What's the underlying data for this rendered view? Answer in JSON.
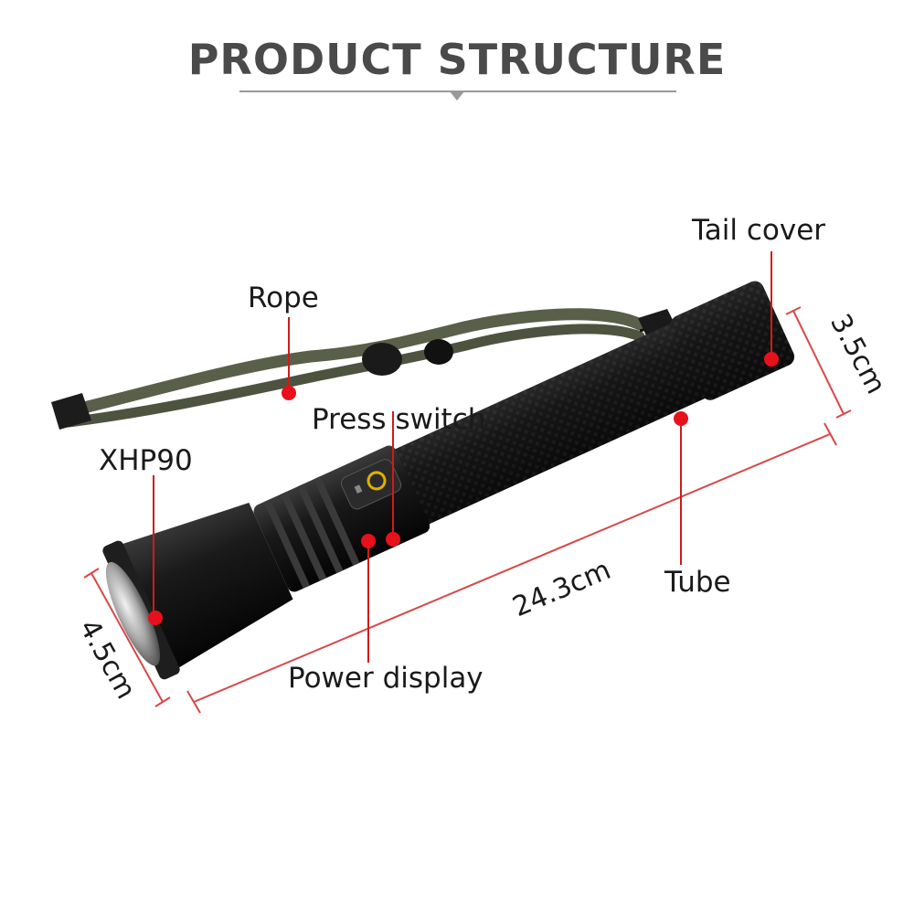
{
  "title": "PRODUCT STRUCTURE",
  "labels": {
    "tail_cover": "Tail cover",
    "rope": "Rope",
    "press_switch": "Press switch",
    "xhp90": "XHP90",
    "tube": "Tube",
    "power_display": "Power display"
  },
  "dimensions": {
    "length": "24.3cm",
    "head_diameter": "4.5cm",
    "tail_diameter": "3.5cm"
  },
  "colors": {
    "marker": "#e8101a",
    "leader": "#d21a1a",
    "dimension": "#d84848",
    "body": "#141414",
    "strap": "#5a5f4a",
    "title": "#4a4a4a"
  }
}
